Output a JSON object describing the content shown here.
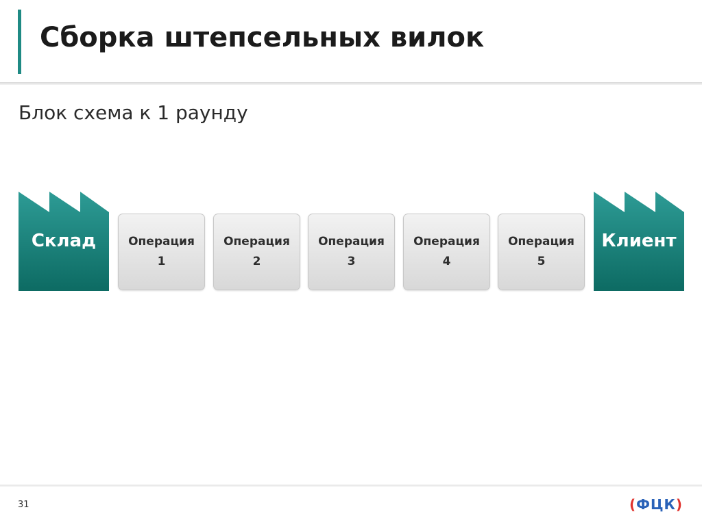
{
  "header": {
    "title": "Сборка штепсельных вилок"
  },
  "subtitle": "Блок схема к 1 раунду",
  "flow": {
    "start": {
      "label": "Склад"
    },
    "operations": [
      {
        "label": "Операция",
        "number": "1"
      },
      {
        "label": "Операция",
        "number": "2"
      },
      {
        "label": "Операция",
        "number": "3"
      },
      {
        "label": "Операция",
        "number": "4"
      },
      {
        "label": "Операция",
        "number": "5"
      }
    ],
    "end": {
      "label": "Клиент"
    }
  },
  "footer": {
    "page_number": "31",
    "logo_text": "ФЦК",
    "logo_left_bracket": "(",
    "logo_right_bracket": ")"
  },
  "colors": {
    "accent": "#1f8a84",
    "factory_top": "#2d9b95",
    "factory_bottom": "#0d6b63",
    "logo_blue": "#2a62b8",
    "logo_red": "#e0342f"
  }
}
